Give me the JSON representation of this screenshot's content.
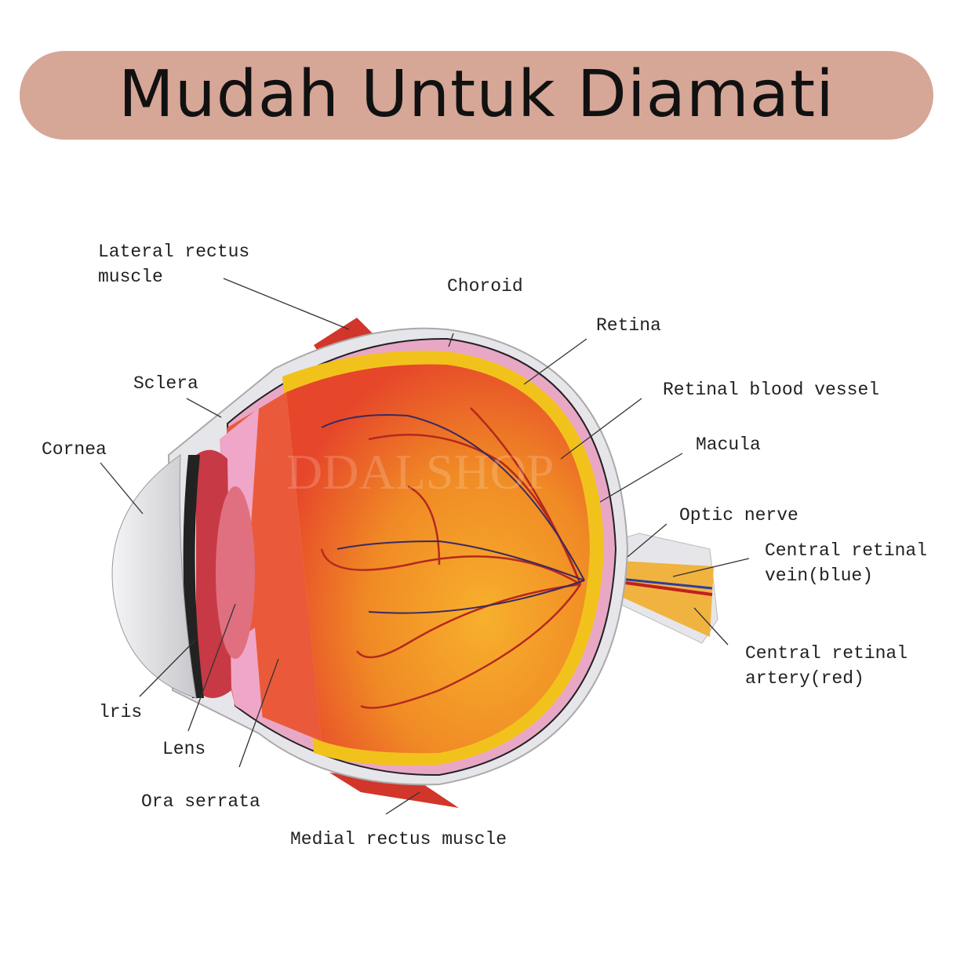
{
  "header": {
    "title": "Mudah Untuk Diamati"
  },
  "watermark": "DDALSHOP",
  "labels": {
    "lateral_rectus": [
      "Lateral rectus",
      "muscle"
    ],
    "choroid": "Choroid",
    "retina": "Retina",
    "retinal_blood_vessel": "Retinal blood vessel",
    "macula": "Macula",
    "optic_nerve": "Optic nerve",
    "central_retinal_vein": [
      "Central retinal",
      "vein(blue)"
    ],
    "central_retinal_artery": [
      "Central retinal",
      "artery(red)"
    ],
    "cornea": "Cornea",
    "sclera": "Sclera",
    "iris": "lris",
    "lens": "Lens",
    "ora_serrata": "Ora serrata",
    "medial_rectus": "Medial rectus muscle"
  },
  "colors": {
    "banner": "#d6a697",
    "vitreous_outer": "#e8472a",
    "vitreous_inner": "#f3a12a",
    "retina": "#f2c21c",
    "choroid": "#e9a7c6",
    "sclera": "#e6e6ea",
    "muscle": "#d2352a"
  }
}
